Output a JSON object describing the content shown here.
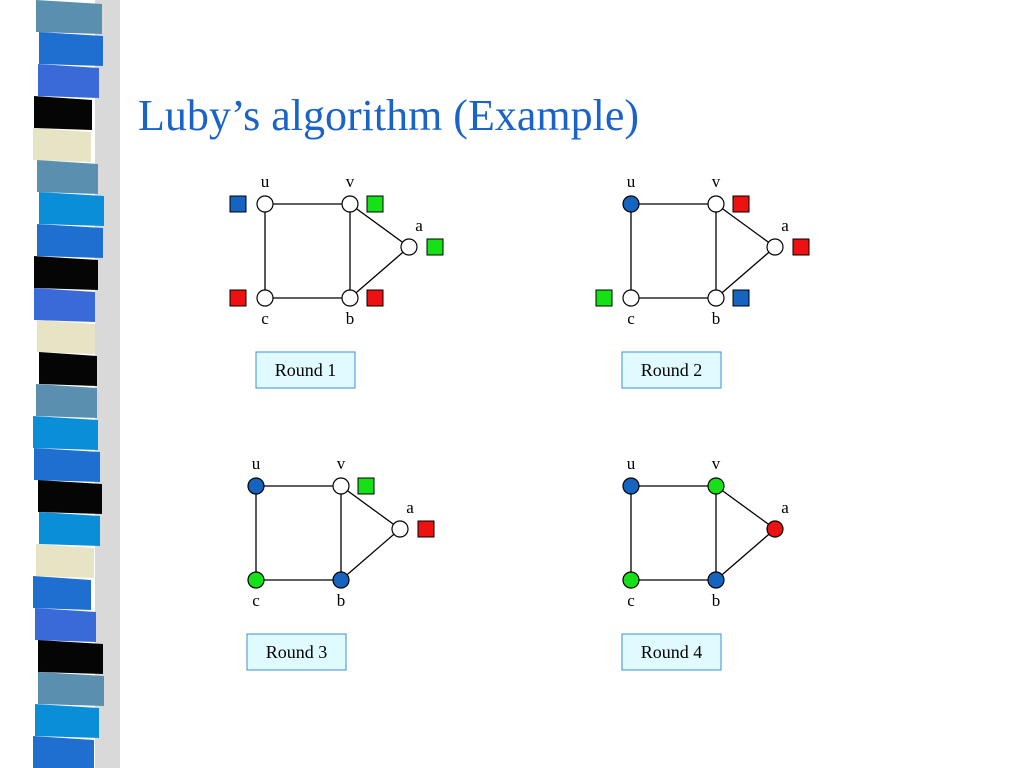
{
  "slide": {
    "title": "Luby’s algorithm (Example)"
  },
  "palette": {
    "blue": "#1565c0",
    "green": "#16e016",
    "red": "#ee1111",
    "uncolored": "#ffffff",
    "label_box_fill": "#e0fbff",
    "label_box_border": "#3a8fd8",
    "title_color": "#1a63c9"
  },
  "nodes": [
    "u",
    "v",
    "a",
    "c",
    "b"
  ],
  "edges": [
    [
      "u",
      "v"
    ],
    [
      "u",
      "c"
    ],
    [
      "v",
      "b"
    ],
    [
      "v",
      "a"
    ],
    [
      "c",
      "b"
    ],
    [
      "b",
      "a"
    ]
  ],
  "rounds": [
    {
      "label": "Round 1",
      "node_colors": {
        "u": "uncolored",
        "v": "uncolored",
        "a": "uncolored",
        "c": "uncolored",
        "b": "uncolored"
      },
      "proposals": {
        "u": "blue",
        "v": "green",
        "a": "green",
        "c": "red",
        "b": "red"
      }
    },
    {
      "label": "Round 2",
      "node_colors": {
        "u": "blue",
        "v": "uncolored",
        "a": "uncolored",
        "c": "uncolored",
        "b": "uncolored"
      },
      "proposals": {
        "v": "red",
        "a": "red",
        "c": "green",
        "b": "blue"
      }
    },
    {
      "label": "Round 3",
      "node_colors": {
        "u": "blue",
        "v": "uncolored",
        "a": "uncolored",
        "c": "green",
        "b": "blue"
      },
      "proposals": {
        "v": "green",
        "a": "red"
      }
    },
    {
      "label": "Round 4",
      "node_colors": {
        "u": "blue",
        "v": "green",
        "a": "red",
        "c": "green",
        "b": "blue"
      },
      "proposals": {}
    }
  ]
}
